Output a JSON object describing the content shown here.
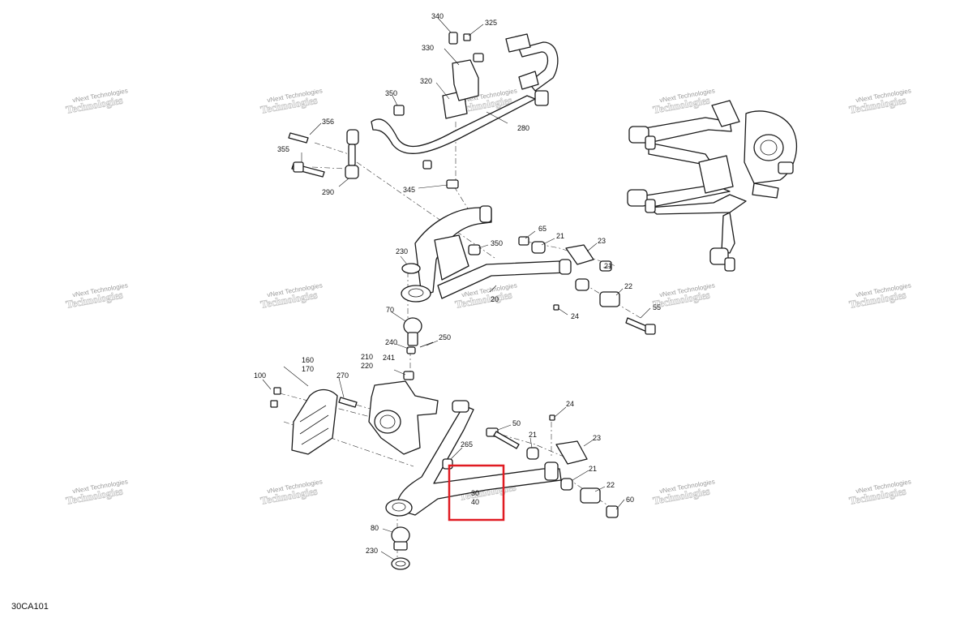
{
  "diagram_id": "30CA101",
  "watermark": {
    "line1": "vNext Technologies",
    "line2": "Technologies"
  },
  "callouts": {
    "c340": "340",
    "c325": "325",
    "c330": "330",
    "c320": "320",
    "c350a": "350",
    "c280": "280",
    "c356": "356",
    "c355": "355",
    "c290": "290",
    "c345": "345",
    "c230a": "230",
    "c350b": "350",
    "c65": "65",
    "c21a": "21",
    "c23a": "23",
    "c21b": "21",
    "c22a": "22",
    "c55": "55",
    "c20": "20",
    "c24a": "24",
    "c70": "70",
    "c240": "240",
    "c250": "250",
    "c210": "210",
    "c220": "220",
    "c241": "241",
    "c160": "160",
    "c170": "170",
    "c100": "100",
    "c270": "270",
    "c24b": "24",
    "c50": "50",
    "c265": "265",
    "c21c": "21",
    "c23b": "23",
    "c21d": "21",
    "c22b": "22",
    "c60": "60",
    "c30": "30",
    "c40": "40",
    "c80": "80",
    "c230b": "230"
  }
}
